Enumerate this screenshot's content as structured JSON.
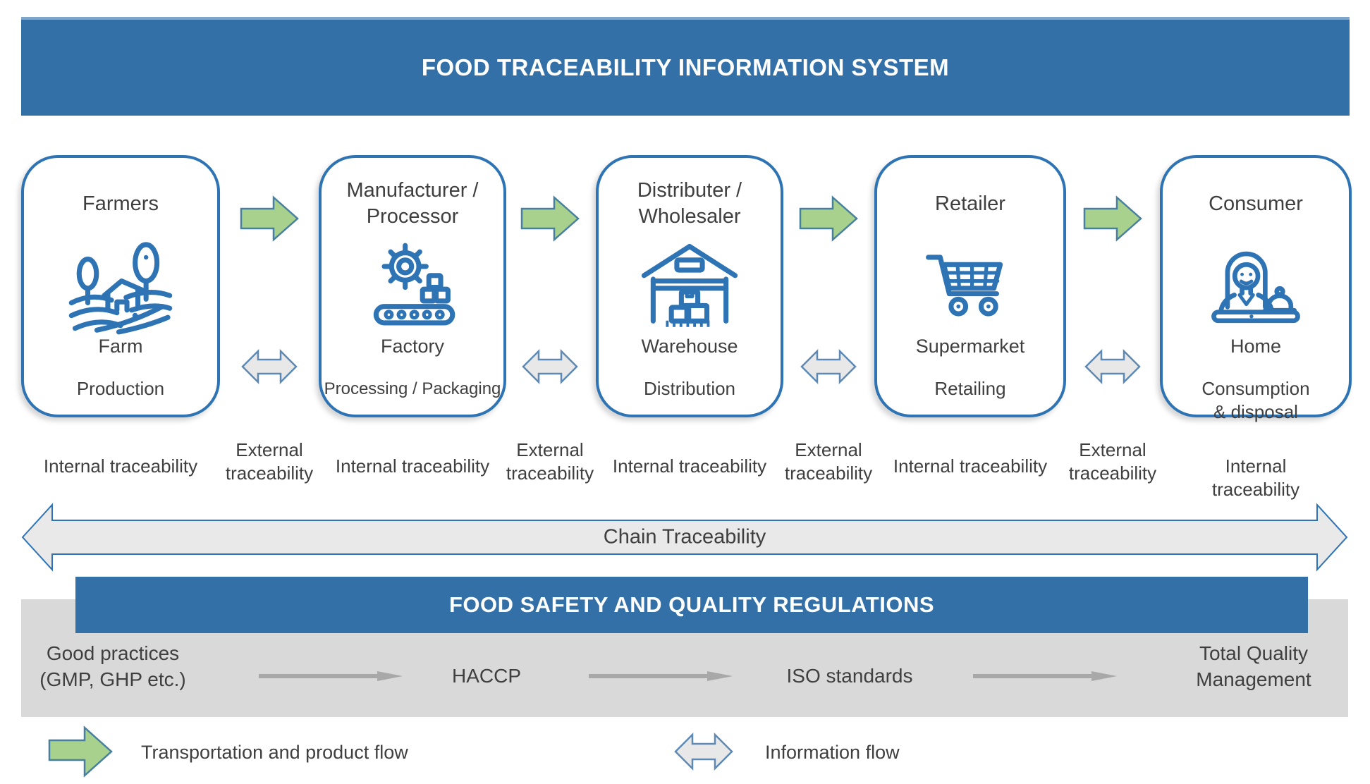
{
  "colors": {
    "banner_blue": "#3370A7",
    "box_border": "#2E74B5",
    "icon_blue": "#2E74B5",
    "green_fill": "#A9D18E",
    "green_border": "#47809F",
    "gray_arrow_fill": "#E8E8E8",
    "gray_arrow_border": "#5D89B4",
    "chain_fill": "#E9E9E9",
    "chain_border": "#2E74B5",
    "gray_bg": "#D9D9D9",
    "flow_arrow": "#A8A8A8",
    "text": "#3F3F3F"
  },
  "header": {
    "title": "FOOD TRACEABILITY INFORMATION SYSTEM"
  },
  "chain": {
    "stages": [
      {
        "title": "Farmers",
        "line1": "Farm",
        "line2": "Production"
      },
      {
        "title": "Manufacturer /\nProcessor",
        "line1": "Factory",
        "line2": "Processing / Packaging"
      },
      {
        "title": "Distributer /\nWholesaler",
        "line1": "Warehouse",
        "line2": "Distribution"
      },
      {
        "title": "Retailer",
        "line1": "Supermarket",
        "line2": "Retailing"
      },
      {
        "title": "Consumer",
        "line1": "Home",
        "line2": "Consumption\n& disposal"
      }
    ],
    "internal_label": "Internal traceability",
    "external_label": "External\ntraceability",
    "chain_arrow_label": "Chain Traceability"
  },
  "regulations": {
    "banner": "FOOD SAFETY AND QUALITY REGULATIONS",
    "steps": [
      "Good practices\n(GMP, GHP etc.)",
      "HACCP",
      "ISO standards",
      "Total Quality\nManagement"
    ]
  },
  "legend": {
    "product_flow": "Transportation and product flow",
    "information_flow": "Information flow"
  }
}
